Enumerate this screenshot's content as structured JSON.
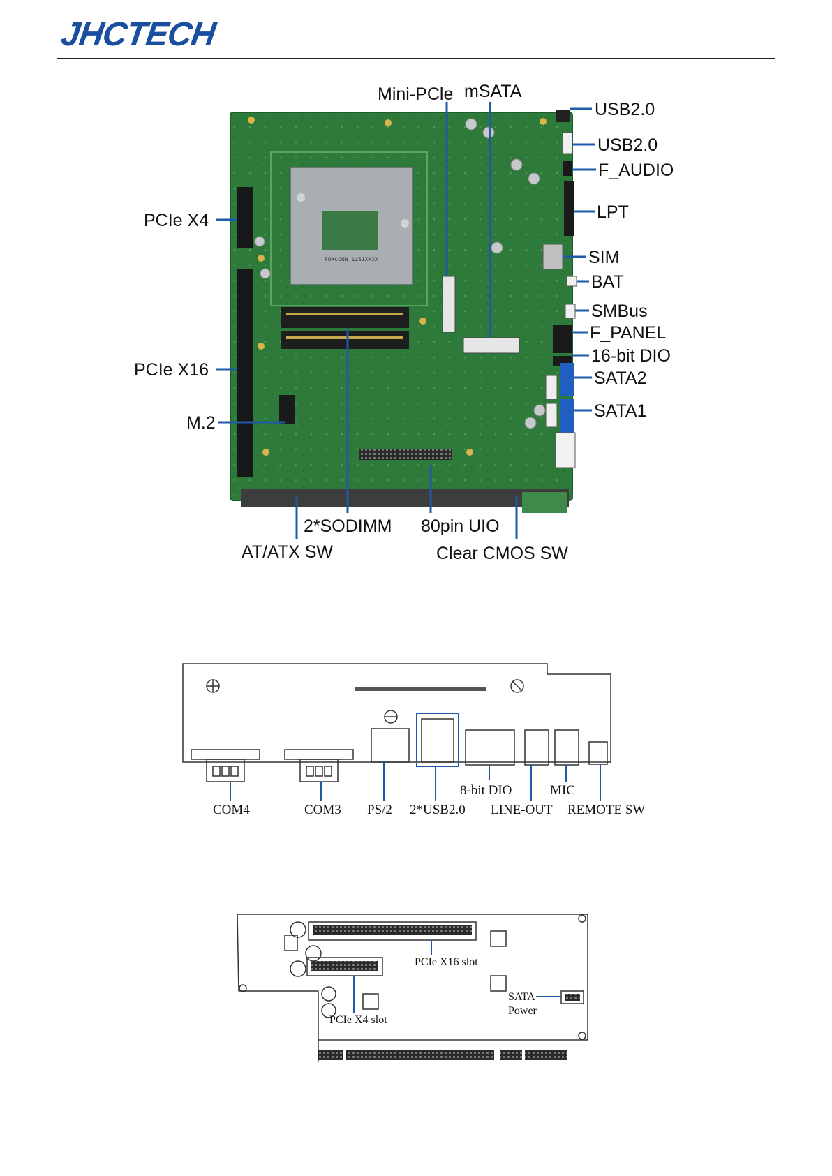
{
  "header": {
    "brand": "JHCTECH"
  },
  "board_labels": {
    "mini_pcie": "Mini-PCle",
    "msata": "mSATA",
    "usb20_a": "USB2.0",
    "usb20_b": "USB2.0",
    "f_audio": "F_AUDIO",
    "lpt": "LPT",
    "sim": "SIM",
    "bat": "BAT",
    "smbus": "SMBus",
    "f_panel": "F_PANEL",
    "dio16": "16-bit DIO",
    "sata2": "SATA2",
    "sata1": "SATA1",
    "pcie_x4": "PCIe X4",
    "pcie_x16": "PCIe X16",
    "m2": "M.2",
    "sodimm": "2*SODIMM",
    "uio80": "80pin UIO",
    "atx_sw": "AT/ATX SW",
    "clear_cmos": "Clear CMOS SW",
    "chip_text": "FOXCONN 1151XXXX"
  },
  "io_labels": {
    "com4": "COM4",
    "com3": "COM3",
    "ps2": "PS/2",
    "usb": "2*USB2.0",
    "dio8": "8-bit DIO",
    "line_out": "LINE-OUT",
    "mic": "MIC",
    "remote_sw": "REMOTE SW"
  },
  "riser_labels": {
    "x16_slot": "PCIe X16 slot",
    "x4_slot": "PCIe X4 slot",
    "sata_power_1": "SATA",
    "sata_power_2": "Power"
  },
  "colors": {
    "brand": "#1a4fa0",
    "leader": "#1f5aa8",
    "pcb": "#2f7a3a"
  }
}
